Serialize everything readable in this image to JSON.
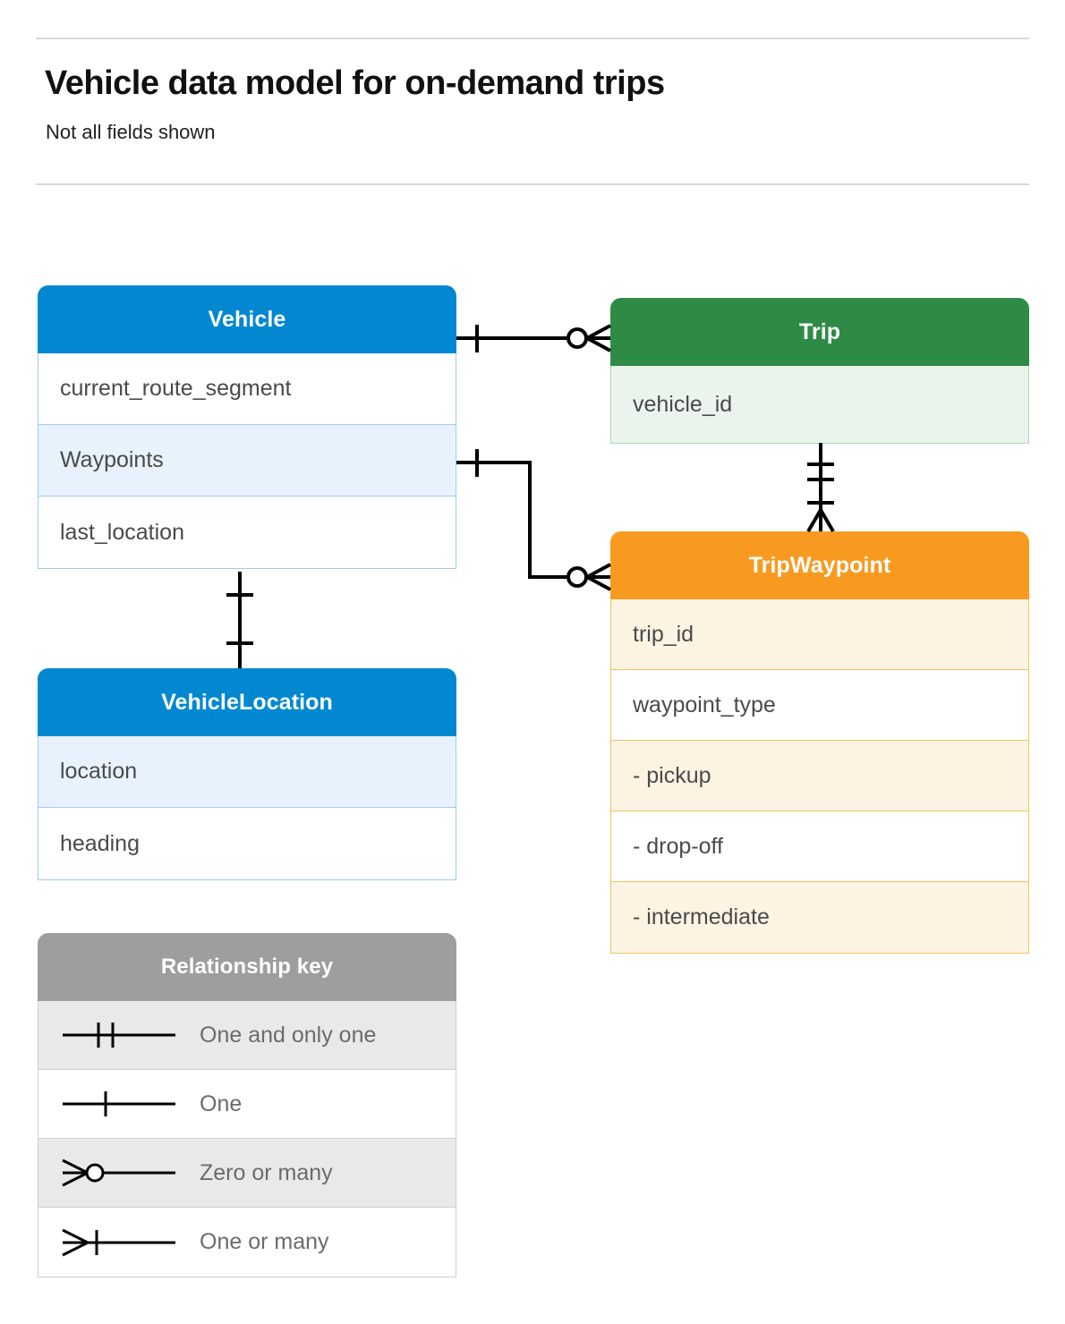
{
  "header": {
    "title": "Vehicle data model for on-demand trips",
    "subtitle": "Not all fields shown"
  },
  "colors": {
    "vehicle": "#0288d1",
    "vehicle_location": "#0288d1",
    "trip": "#2e8b45",
    "trip_waypoint": "#f89a20",
    "legend": "#9e9e9e",
    "row_tint_blue": "#e8f2fd",
    "row_tint_green": "#eaf4ec",
    "row_tint_orange": "#fdf3e3",
    "row_tint_gray": "#e9e9e9",
    "connector": "#000000"
  },
  "entities": [
    {
      "id": "vehicle",
      "name": "Vehicle",
      "fields": [
        {
          "label": "current_route_segment"
        },
        {
          "label": "Waypoints"
        },
        {
          "label": "last_location"
        }
      ]
    },
    {
      "id": "vehicle-location",
      "name": "VehicleLocation",
      "fields": [
        {
          "label": "location"
        },
        {
          "label": "heading"
        }
      ]
    },
    {
      "id": "trip",
      "name": "Trip",
      "fields": [
        {
          "label": "vehicle_id"
        }
      ]
    },
    {
      "id": "trip-waypoint",
      "name": "TripWaypoint",
      "fields": [
        {
          "label": "trip_id"
        },
        {
          "label": "waypoint_type"
        },
        {
          "label": "- pickup"
        },
        {
          "label": "- drop-off"
        },
        {
          "label": "- intermediate"
        }
      ]
    }
  ],
  "legend": {
    "title": "Relationship key",
    "items": [
      {
        "symbol": "one-and-only-one",
        "label": "One and only one"
      },
      {
        "symbol": "one",
        "label": "One"
      },
      {
        "symbol": "zero-or-many",
        "label": "Zero or many"
      },
      {
        "symbol": "one-or-many",
        "label": "One or many"
      }
    ]
  },
  "relationships": [
    {
      "id": "vehicle-to-trip",
      "from": "Vehicle",
      "to": "Trip",
      "from_cardinality": "one",
      "to_cardinality": "zero-or-many"
    },
    {
      "id": "vehicle-waypoints-to-trip-waypoint",
      "from": "Vehicle.Waypoints",
      "to": "TripWaypoint",
      "from_cardinality": "one",
      "to_cardinality": "zero-or-many"
    },
    {
      "id": "trip-to-trip-waypoint",
      "from": "Trip",
      "to": "TripWaypoint",
      "from_cardinality": "one-and-only-one",
      "to_cardinality": "one-or-many"
    },
    {
      "id": "vehicle-to-vehicle-location",
      "from": "Vehicle",
      "to": "VehicleLocation",
      "from_cardinality": "one",
      "to_cardinality": "one"
    }
  ]
}
